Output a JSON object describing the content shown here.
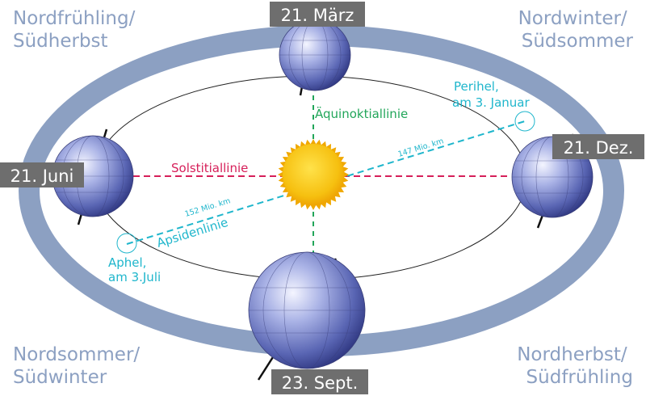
{
  "corners": {
    "top_left": [
      "Nordfrühling/",
      "Südherbst"
    ],
    "top_right": [
      "Nordwinter/",
      "Südsommer"
    ],
    "bottom_left": [
      "Nordsommer/",
      "Südwinter"
    ],
    "bottom_right": [
      "Nordherbst/",
      "Südfrühling"
    ]
  },
  "dates": {
    "march": "21. März",
    "june": "21. Juni",
    "september": "23. Sept.",
    "december": "21. Dez."
  },
  "lines": {
    "solstice": "Solstitiallinie",
    "equinox": "Äquinoktiallinie",
    "apsides": "Apsidenlinie"
  },
  "distances": {
    "perihelion": "147 Mio. km",
    "aphelion": "152 Mio. km"
  },
  "perihel": [
    "Perihel,",
    "am 3. Januar"
  ],
  "aphel": [
    "Aphel,",
    "am 3.Juli"
  ],
  "colors": {
    "orbit_band": "#8ca0c2",
    "solstice_line": "#d6205a",
    "equinox_line": "#22a65a",
    "apsides_line": "#1fb6cc",
    "date_box": "#6e6e6e",
    "sun": "#f5b800",
    "earth": "#5a66b4"
  }
}
